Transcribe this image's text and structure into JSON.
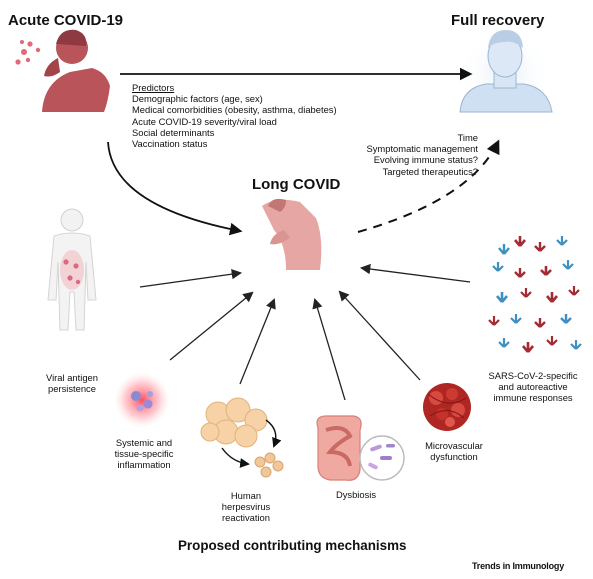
{
  "acute": {
    "title": "Acute COVID-19"
  },
  "full_recovery": {
    "title": "Full recovery"
  },
  "long_covid": {
    "title": "Long COVID"
  },
  "predictors": {
    "heading": "Predictors",
    "items": [
      "Demographic factors (age, sex)",
      "Medical comorbidities (obesity, asthma, diabetes)",
      "Acute COVID-19 severity/viral load",
      "Social determinants",
      "Vaccination status"
    ]
  },
  "recovery_factors": [
    "Time",
    "Symptomatic management",
    "Evolving immune status?",
    "Targeted therapeutics?"
  ],
  "mechanisms": {
    "viral_antigen": [
      "Viral antigen",
      "persistence"
    ],
    "inflammation": [
      "Systemic and",
      "tissue-specific",
      "inflammation"
    ],
    "herpesvirus": [
      "Human",
      "herpesvirus",
      "reactivation"
    ],
    "dysbiosis": [
      "Dysbiosis"
    ],
    "microvascular": [
      "Microvascular",
      "dysfunction"
    ],
    "immune": [
      "SARS-CoV-2-specific",
      "and autoreactive",
      "immune responses"
    ]
  },
  "footer": {
    "caption": "Proposed contributing mechanisms",
    "journal": "Trends in Immunology"
  },
  "colors": {
    "patient_skin": "#b8545a",
    "long_covid_skin": "#e6a7a4",
    "recovery_skin": "#cfe0f2",
    "arrow": "#111111",
    "clot_red": "#a8201d",
    "antibody_red": "#a42b33",
    "antibody_blue": "#3f8fc1"
  },
  "icons": {
    "acute": "sick-coughing-person-icon",
    "recovery": "healthy-person-bust-icon",
    "long_covid": "fatigued-person-icon",
    "body": "human-body-with-virus-icon",
    "inflammation": "inflamed-cells-icon",
    "herpes": "herpesvirus-infected-cells-icon",
    "gut": "intestine-microbiome-icon",
    "clot": "blood-clot-icon",
    "antibody": "antibody-icon"
  }
}
